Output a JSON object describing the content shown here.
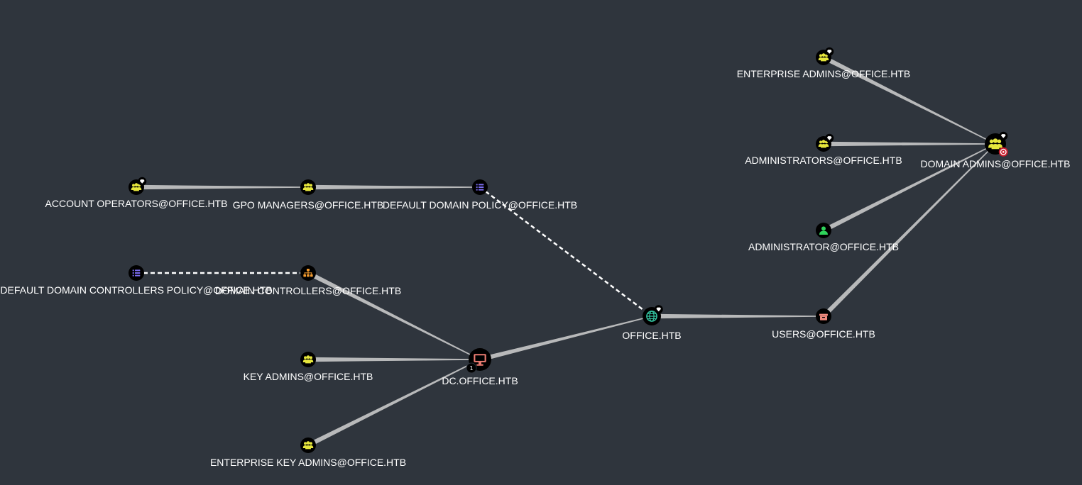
{
  "colors": {
    "background": "#2f353d",
    "edge": "#c8c8c8",
    "label": "#ffffff",
    "group_icon": "#e6e63c",
    "user_icon": "#2fd35b",
    "domain_icon": "#34c4a0",
    "gpo_icon": "#7a6cf0",
    "ou_icon": "#f29a2e",
    "computer_icon": "#ee7d73",
    "container_icon": "#f08a7e",
    "target_badge": "#c91c2c",
    "node_bg": "#000000"
  },
  "nodes": [
    {
      "id": "enterprise_admins",
      "label": "ENTERPRISE ADMINS@OFFICE.HTB",
      "type": "group",
      "icon": "group-icon",
      "highvalue": true
    },
    {
      "id": "administrators",
      "label": "ADMINISTRATORS@OFFICE.HTB",
      "type": "group",
      "icon": "group-icon",
      "highvalue": true
    },
    {
      "id": "domain_admins",
      "label": "DOMAIN ADMINS@OFFICE.HTB",
      "type": "group",
      "icon": "group-icon",
      "highvalue": true,
      "target": true
    },
    {
      "id": "administrator",
      "label": "ADMINISTRATOR@OFFICE.HTB",
      "type": "user",
      "icon": "user-icon"
    },
    {
      "id": "account_operators",
      "label": "ACCOUNT OPERATORS@OFFICE.HTB",
      "type": "group",
      "icon": "group-icon",
      "highvalue": true
    },
    {
      "id": "gpo_managers",
      "label": "GPO MANAGERS@OFFICE.HTB",
      "type": "group",
      "icon": "group-icon"
    },
    {
      "id": "default_domain_policy",
      "label": "DEFAULT DOMAIN POLICY@OFFICE.HTB",
      "type": "gpo",
      "icon": "gpo-list-icon"
    },
    {
      "id": "default_dc_policy",
      "label": "DEFAULT DOMAIN CONTROLLERS POLICY@OFFICE.HTB",
      "type": "gpo",
      "icon": "gpo-list-icon"
    },
    {
      "id": "domain_controllers",
      "label": "DOMAIN CONTROLLERS@OFFICE.HTB",
      "type": "ou",
      "icon": "ou-sitemap-icon"
    },
    {
      "id": "office_htb",
      "label": "OFFICE.HTB",
      "type": "domain",
      "icon": "globe-icon",
      "highvalue": true
    },
    {
      "id": "users",
      "label": "USERS@OFFICE.HTB",
      "type": "container",
      "icon": "box-icon"
    },
    {
      "id": "key_admins",
      "label": "KEY ADMINS@OFFICE.HTB",
      "type": "group",
      "icon": "group-icon"
    },
    {
      "id": "dc_office",
      "label": "DC.OFFICE.HTB",
      "type": "computer",
      "icon": "computer-icon",
      "badge": "1"
    },
    {
      "id": "enterprise_key_admins",
      "label": "ENTERPRISE KEY ADMINS@OFFICE.HTB",
      "type": "group",
      "icon": "group-icon"
    }
  ],
  "edges": [
    {
      "from": "enterprise_admins",
      "to": "domain_admins",
      "dashed": false
    },
    {
      "from": "administrators",
      "to": "domain_admins",
      "dashed": false
    },
    {
      "from": "administrator",
      "to": "domain_admins",
      "dashed": false
    },
    {
      "from": "users",
      "to": "domain_admins",
      "dashed": false
    },
    {
      "from": "account_operators",
      "to": "gpo_managers",
      "dashed": false
    },
    {
      "from": "gpo_managers",
      "to": "default_domain_policy",
      "dashed": false
    },
    {
      "from": "default_domain_policy",
      "to": "office_htb",
      "dashed": true
    },
    {
      "from": "default_dc_policy",
      "to": "domain_controllers",
      "dashed": true
    },
    {
      "from": "domain_controllers",
      "to": "dc_office",
      "dashed": false
    },
    {
      "from": "key_admins",
      "to": "dc_office",
      "dashed": false
    },
    {
      "from": "enterprise_key_admins",
      "to": "dc_office",
      "dashed": false
    },
    {
      "from": "dc_office",
      "to": "office_htb",
      "dashed": false
    },
    {
      "from": "office_htb",
      "to": "users",
      "dashed": false
    }
  ]
}
